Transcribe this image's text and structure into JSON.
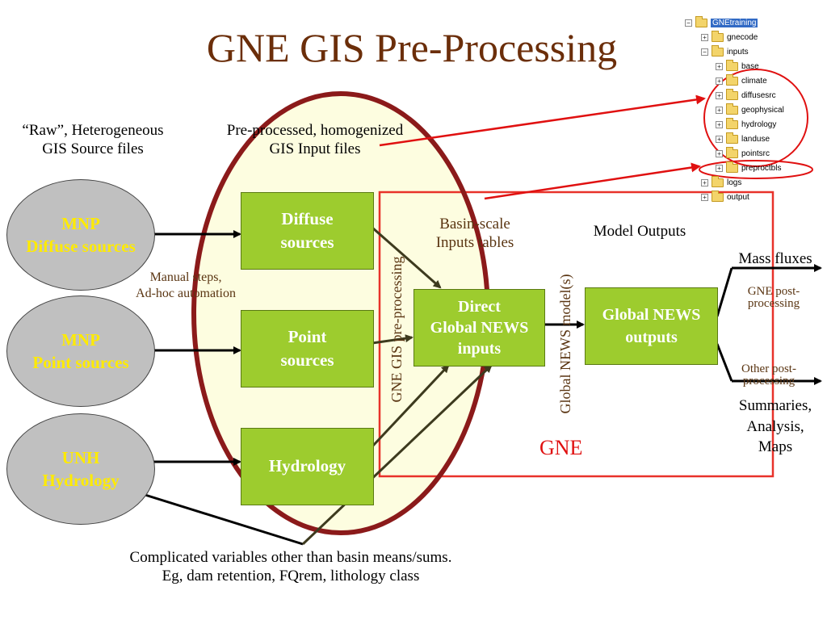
{
  "title": "GNE GIS Pre-Processing",
  "labels": {
    "raw_line1": "“Raw”, Heterogeneous",
    "raw_line2": "GIS Source files",
    "preprocessed_line1": "Pre-processed, homogenized",
    "preprocessed_line2": "GIS Input files",
    "manual_line1": "Manual steps,",
    "manual_line2": "Ad-hoc automation",
    "basin_line1": "Basin-scale",
    "basin_line2": "Inputs tables",
    "model_outputs": "Model Outputs",
    "mass_fluxes": "Mass fluxes",
    "gne_post_line1": "GNE post-",
    "gne_post_line2": "processing",
    "other_post_line1": "Other post-",
    "other_post_line2": "processing",
    "summaries_line1": "Summaries,",
    "summaries_line2": "Analysis,",
    "summaries_line3": "Maps",
    "gne": "GNE",
    "gne_gis_preprocessing": "GNE GIS  pre-processing",
    "global_news_models": "Global NEWS  model(s)",
    "complicated_line1": "Complicated variables other than basin means/sums.",
    "complicated_line2": "Eg, dam retention, FQrem, lithology class"
  },
  "sources": {
    "mnp_diffuse_line1": "MNP",
    "mnp_diffuse_line2": "Diffuse sources",
    "mnp_point_line1": "MNP",
    "mnp_point_line2": "Point sources",
    "unh_line1": "UNH",
    "unh_line2": "Hydrology"
  },
  "boxes": {
    "diffuse_line1": "Diffuse",
    "diffuse_line2": "sources",
    "point_line1": "Point",
    "point_line2": "sources",
    "hydrology": "Hydrology",
    "direct_line1": "Direct",
    "direct_line2": "Global NEWS",
    "direct_line3": "inputs",
    "outputs_line1": "Global NEWS",
    "outputs_line2": "outputs"
  },
  "tree": {
    "root": "GNEtraining",
    "items": [
      {
        "label": "gnecode",
        "expander": "+"
      },
      {
        "label": "inputs",
        "expander": "−"
      },
      {
        "label": "base",
        "expander": "+"
      },
      {
        "label": "climate",
        "expander": "+"
      },
      {
        "label": "diffusesrc",
        "expander": "+"
      },
      {
        "label": "geophysical",
        "expander": "+"
      },
      {
        "label": "hydrology",
        "expander": "+"
      },
      {
        "label": "landuse",
        "expander": "+"
      },
      {
        "label": "pointsrc",
        "expander": "+"
      },
      {
        "label": "preproctbls",
        "expander": "+"
      },
      {
        "label": "logs",
        "expander": "+"
      },
      {
        "label": "output",
        "expander": "+"
      }
    ]
  },
  "colors": {
    "title": "#6b2e0a",
    "big_ellipse_fill": "#fdfde0",
    "big_ellipse_stroke": "#8b1a1a",
    "gne_rect": "#e8322a",
    "green_box": "#9dcc2e",
    "source_ellipse": "#c0c0c0",
    "source_text": "#ffeb00",
    "arrow_olive": "#3d3a1e",
    "red_arrow": "#e01010"
  }
}
